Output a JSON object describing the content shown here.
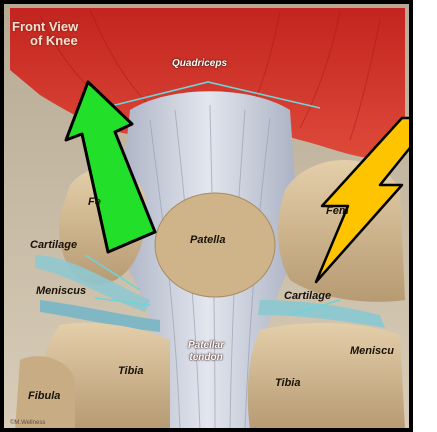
{
  "title": [
    "Front View",
    "of Knee"
  ],
  "labels": {
    "quadriceps": "Quadriceps",
    "femur_left": "Fe",
    "femur_right": "Fem",
    "patella": "Patella",
    "cartilage_left": "Cartilage",
    "cartilage_right": "Cartilage",
    "meniscus_left": "Meniscus",
    "meniscus_right": "Meniscu",
    "patellar_tendon": [
      "Patellar",
      "tendon"
    ],
    "tibia_left": "Tibia",
    "tibia_right": "Tibia",
    "fibula": "Fibula",
    "copyright": "©M.Wellness"
  },
  "annotations": {
    "arrow_color": "#22e02a",
    "bolt_color": "#ffc400"
  },
  "palette": {
    "muscle": "#d6352c",
    "bone": "#d8c09a",
    "tendon": "#c9cedb",
    "cartilage": "#8fc8cf",
    "frame": "#000000"
  }
}
